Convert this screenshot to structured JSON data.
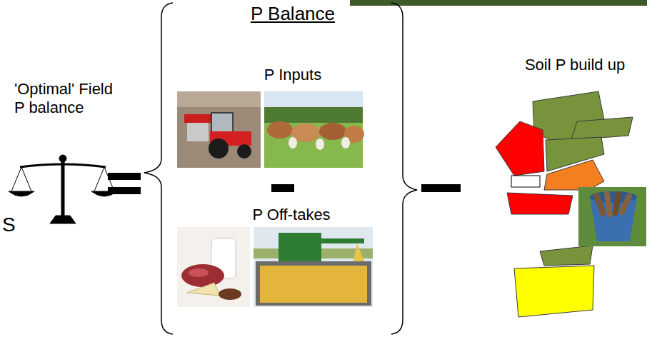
{
  "diagram": {
    "labels": [
      "'Optimal' Field P balance",
      "S",
      "P Balance",
      "P Inputs",
      "P Off-takes",
      "Soil P build up"
    ]
  }
}
